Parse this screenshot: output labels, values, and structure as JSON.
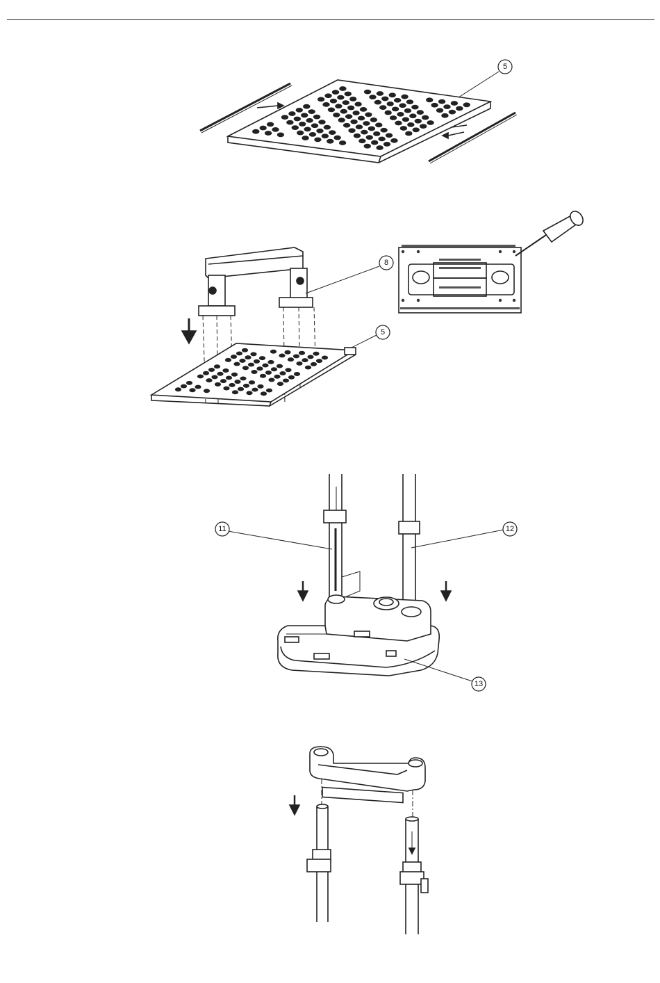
{
  "document": {
    "type": "assembly-instructions-page",
    "steps": [
      {
        "id": "step-1",
        "callouts": [
          "5"
        ]
      },
      {
        "id": "step-2",
        "callouts": [
          "8",
          "5"
        ]
      },
      {
        "id": "step-3",
        "callouts": [
          "11",
          "12",
          "13"
        ]
      },
      {
        "id": "step-4",
        "callouts": []
      }
    ]
  },
  "colors": {
    "ink": "#222222",
    "paper": "#ffffff",
    "gray": "#888888"
  }
}
